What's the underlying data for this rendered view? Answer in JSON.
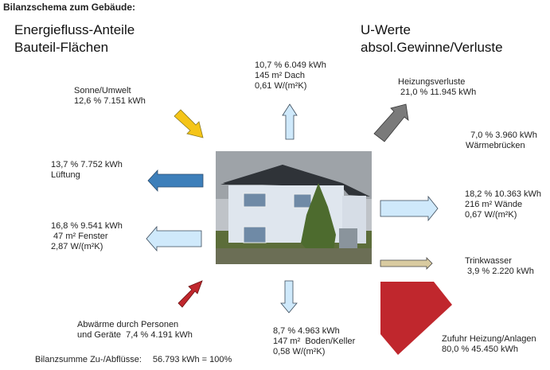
{
  "title": "Bilanzschema zum Gebäude:",
  "headings": {
    "left1": "Energiefluss-Anteile",
    "left2": "Bauteil-Flächen",
    "right1": "U-Werte",
    "right2": "absol.Gewinne/Verluste"
  },
  "labels": {
    "sonne": [
      "Sonne/Umwelt",
      "12,6 % 7.151 kWh"
    ],
    "dach": [
      "10,7 % 6.049 kWh",
      "145 m² Dach",
      "0,61 W/(m²K)"
    ],
    "heizverl": [
      "Heizungsverluste",
      " 21,0 % 11.945 kWh"
    ],
    "waermebr": [
      "  7,0 % 3.960 kWh",
      "Wärmebrücken"
    ],
    "lueftung": [
      "13,7 % 7.752 kWh",
      "Lüftung"
    ],
    "waende": [
      "18,2 % 10.363 kWh",
      "216 m² Wände",
      "0,67 W/(m²K)"
    ],
    "fenster": [
      "16,8 % 9.541 kWh",
      " 47 m² Fenster",
      "2,87 W/(m²K)"
    ],
    "trink": [
      "Trinkwasser",
      " 3,9 % 2.220 kWh"
    ],
    "abwaerme": [
      "Abwärme durch Personen",
      "und Geräte  7,4 % 4.191 kWh"
    ],
    "boden": [
      "8,7 % 4.963 kWh",
      "147 m²  Boden/Keller",
      "0,58 W/(m²K)"
    ],
    "zufuhr": [
      "Zufuhr Heizung/Anlagen",
      "80,0 % 45.450 kWh"
    ]
  },
  "summe": {
    "label": "Bilanzsumme Zu-/Abflüsse:",
    "value": "56.793 kWh = 100%"
  },
  "colors": {
    "sun": "#f5c518",
    "vent": "#3d7fba",
    "light": "#cfe9fb",
    "gray": "#7a7a7a",
    "red": "#c0272d",
    "tan": "#d9cba0"
  }
}
